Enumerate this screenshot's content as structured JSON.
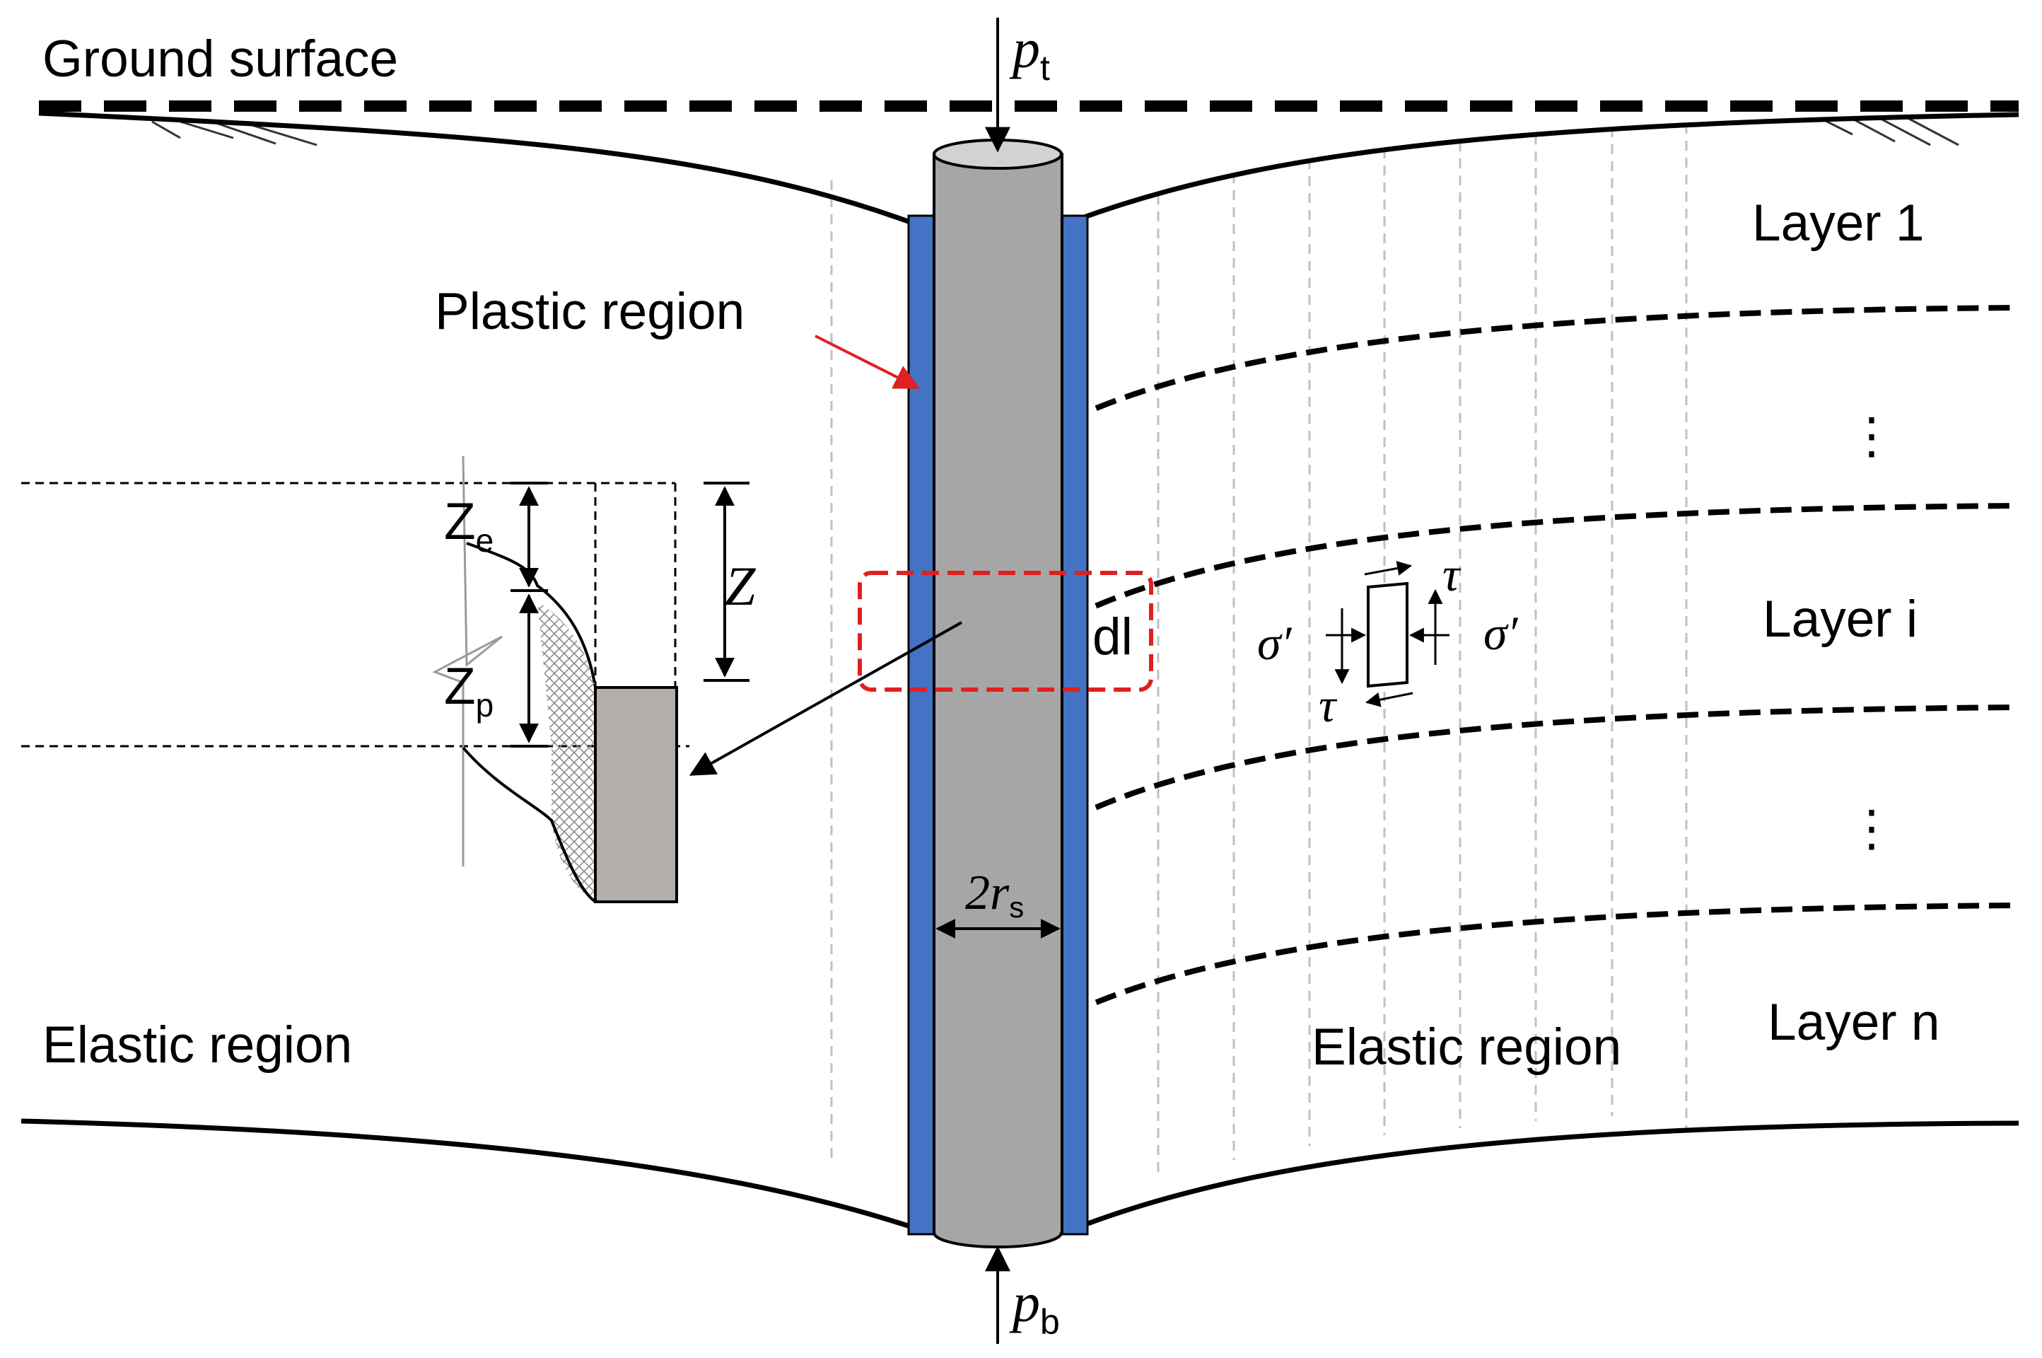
{
  "labels": {
    "ground_surface": "Ground surface",
    "layer_1": "Layer 1",
    "layer_i": "Layer i",
    "layer_n": "Layer n",
    "plastic_region": "Plastic region",
    "elastic_region_left": "Elastic region",
    "elastic_region_right": "Elastic region",
    "dl": "dl",
    "vdots": "⋮"
  },
  "symbols": {
    "p": "p",
    "t": "t",
    "b": "b",
    "two_r": "2r",
    "s": "s",
    "Z": "Z",
    "Ze_base": "Z",
    "Ze_sub": "e",
    "Zp_base": "Z",
    "Zp_sub": "p",
    "sigma": "σ′",
    "tau": "τ"
  },
  "colors": {
    "pile": "#a6a6a6",
    "pile_top": "#d2d2d2",
    "plastic_zone": "#4472c4",
    "highlight": "#e02020",
    "block": "#b4aeab",
    "grid": "#c0c0c0"
  }
}
